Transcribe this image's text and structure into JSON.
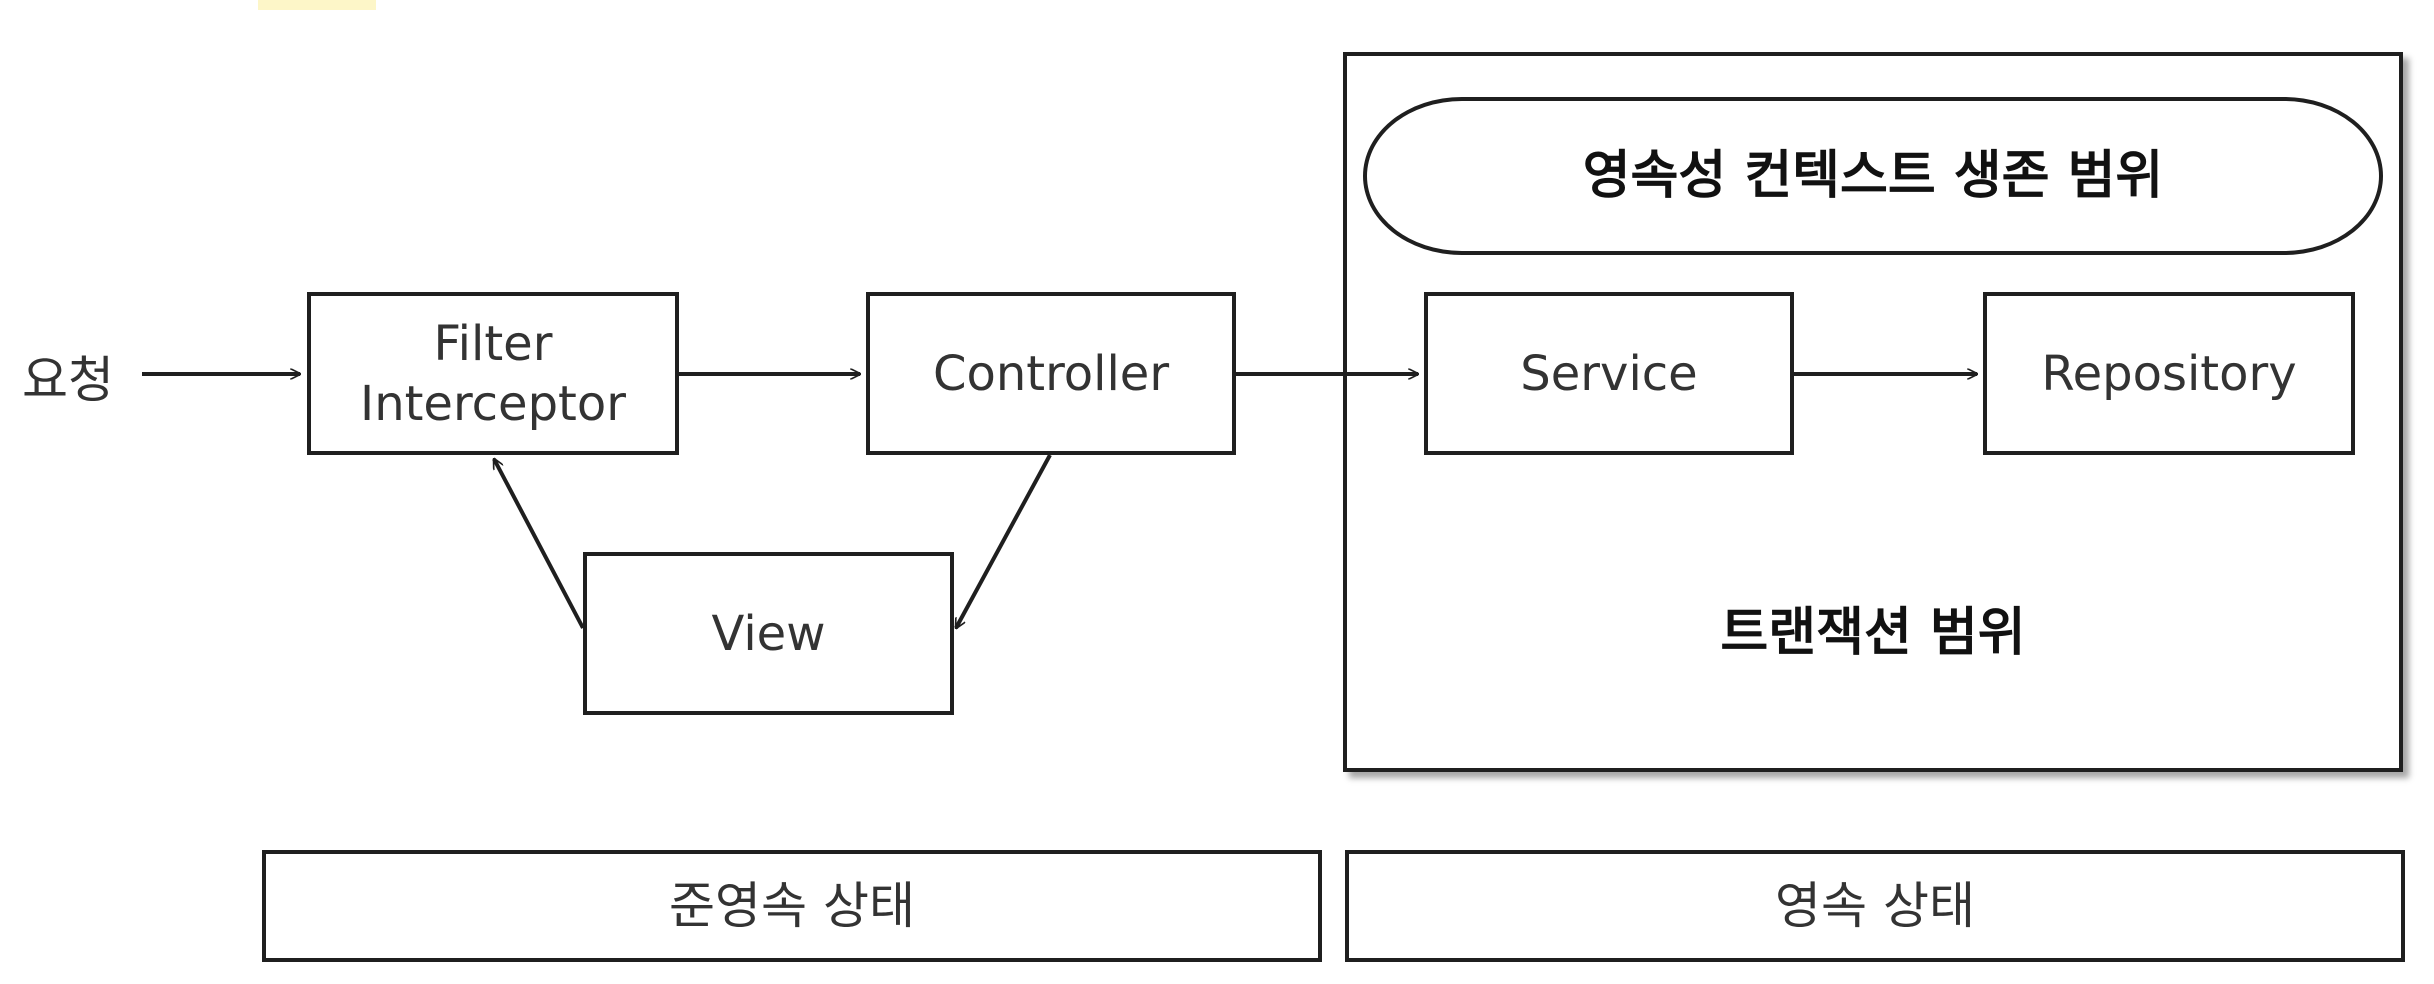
{
  "request_label": "요청",
  "nodes": {
    "filter": "Filter\nInterceptor",
    "controller": "Controller",
    "view": "View",
    "service": "Service",
    "repository": "Repository"
  },
  "scopes": {
    "context": "영속성 컨텍스트 생존 범위",
    "transaction": "트랜잭션 범위"
  },
  "states": {
    "detached": "준영속 상태",
    "persistent": "영속 상태"
  },
  "edges": [
    {
      "from": "요청",
      "to": "Filter Interceptor"
    },
    {
      "from": "Filter Interceptor",
      "to": "Controller"
    },
    {
      "from": "Controller",
      "to": "Service"
    },
    {
      "from": "Service",
      "to": "Repository"
    },
    {
      "from": "Controller",
      "to": "View"
    },
    {
      "from": "View",
      "to": "Filter Interceptor"
    }
  ]
}
